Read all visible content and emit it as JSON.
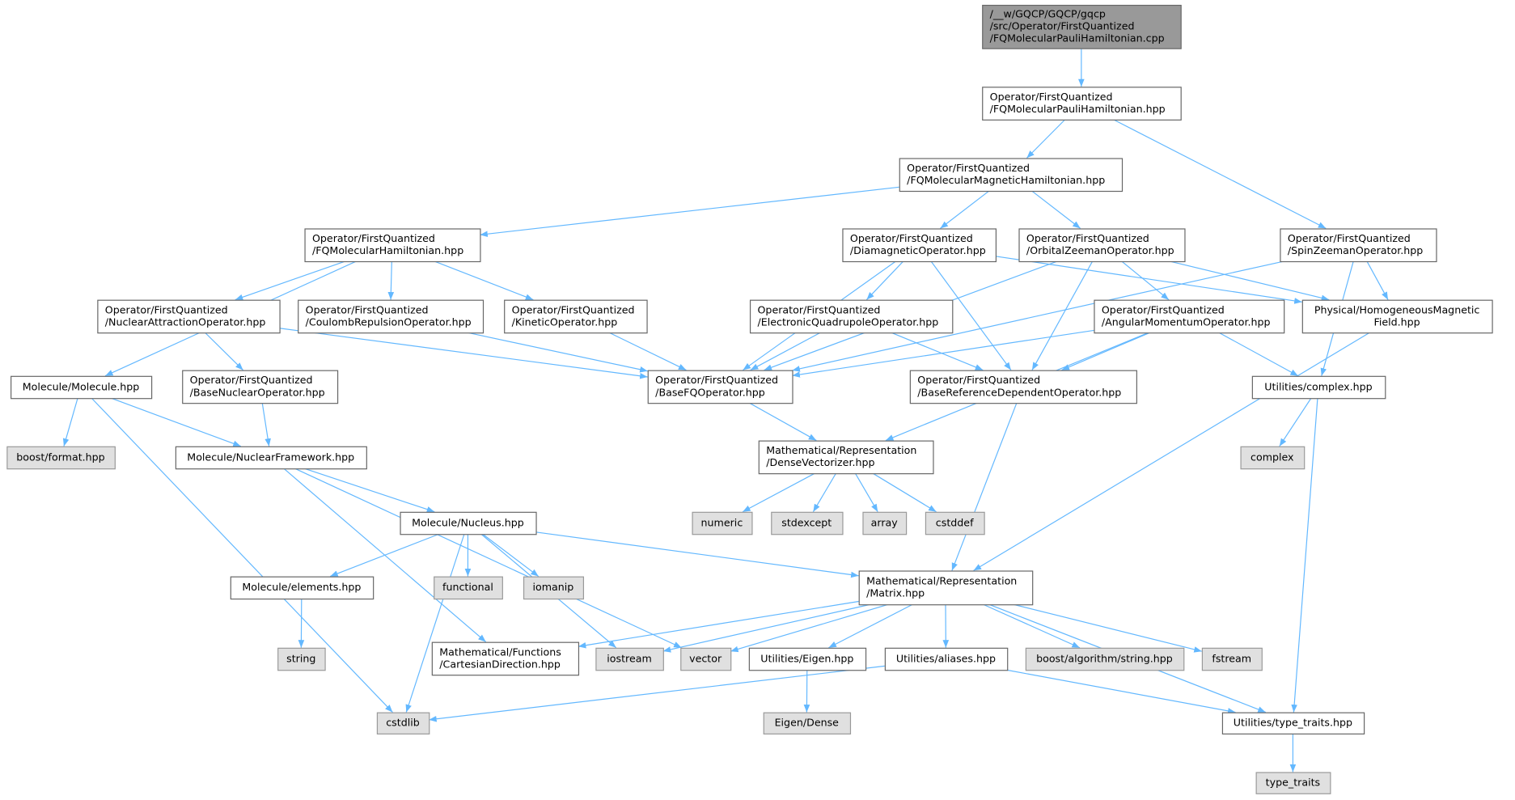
{
  "graph": {
    "type": "include-dependency-graph",
    "colors": {
      "edge": "#63b8ff",
      "root_fill": "#999999",
      "external_fill": "#e0e0e0",
      "node_border": "#666666"
    },
    "nodes": [
      {
        "lines": [
          "/__w/GQCP/GQCP/gqcp",
          "/src/Operator/FirstQuantized",
          "/FQMolecularPauliHamiltonian.cpp"
        ],
        "kind": "root"
      },
      {
        "lines": [
          "Operator/FirstQuantized",
          "/FQMolecularPauliHamiltonian.hpp"
        ],
        "kind": "local"
      },
      {
        "lines": [
          "Operator/FirstQuantized",
          "/FQMolecularMagneticHamiltonian.hpp"
        ],
        "kind": "local"
      },
      {
        "lines": [
          "Operator/FirstQuantized",
          "/FQMolecularHamiltonian.hpp"
        ],
        "kind": "local"
      },
      {
        "lines": [
          "Operator/FirstQuantized",
          "/DiamagneticOperator.hpp"
        ],
        "kind": "local"
      },
      {
        "lines": [
          "Operator/FirstQuantized",
          "/OrbitalZeemanOperator.hpp"
        ],
        "kind": "local"
      },
      {
        "lines": [
          "Operator/FirstQuantized",
          "/SpinZeemanOperator.hpp"
        ],
        "kind": "local"
      },
      {
        "lines": [
          "Operator/FirstQuantized",
          "/NuclearAttractionOperator.hpp"
        ],
        "kind": "local"
      },
      {
        "lines": [
          "Operator/FirstQuantized",
          "/CoulombRepulsionOperator.hpp"
        ],
        "kind": "local"
      },
      {
        "lines": [
          "Operator/FirstQuantized",
          "/KineticOperator.hpp"
        ],
        "kind": "local"
      },
      {
        "lines": [
          "Operator/FirstQuantized",
          "/ElectronicQuadrupoleOperator.hpp"
        ],
        "kind": "local"
      },
      {
        "lines": [
          "Operator/FirstQuantized",
          "/AngularMomentumOperator.hpp"
        ],
        "kind": "local"
      },
      {
        "lines": [
          "Physical/HomogeneousMagnetic",
          "Field.hpp"
        ],
        "kind": "local",
        "center": true
      },
      {
        "lines": [
          "Molecule/Molecule.hpp"
        ],
        "kind": "local"
      },
      {
        "lines": [
          "Operator/FirstQuantized",
          "/BaseNuclearOperator.hpp"
        ],
        "kind": "local"
      },
      {
        "lines": [
          "Operator/FirstQuantized",
          "/BaseFQOperator.hpp"
        ],
        "kind": "local"
      },
      {
        "lines": [
          "Operator/FirstQuantized",
          "/BaseReferenceDependentOperator.hpp"
        ],
        "kind": "local"
      },
      {
        "lines": [
          "Utilities/complex.hpp"
        ],
        "kind": "local"
      },
      {
        "lines": [
          "boost/format.hpp"
        ],
        "kind": "external"
      },
      {
        "lines": [
          "Molecule/NuclearFramework.hpp"
        ],
        "kind": "local"
      },
      {
        "lines": [
          "Mathematical/Representation",
          "/DenseVectorizer.hpp"
        ],
        "kind": "local"
      },
      {
        "lines": [
          "complex"
        ],
        "kind": "external"
      },
      {
        "lines": [
          "numeric"
        ],
        "kind": "external"
      },
      {
        "lines": [
          "stdexcept"
        ],
        "kind": "external"
      },
      {
        "lines": [
          "array"
        ],
        "kind": "external"
      },
      {
        "lines": [
          "cstddef"
        ],
        "kind": "external"
      },
      {
        "lines": [
          "Molecule/Nucleus.hpp"
        ],
        "kind": "local"
      },
      {
        "lines": [
          "Molecule/elements.hpp"
        ],
        "kind": "local"
      },
      {
        "lines": [
          "functional"
        ],
        "kind": "external"
      },
      {
        "lines": [
          "iomanip"
        ],
        "kind": "external"
      },
      {
        "lines": [
          "Mathematical/Representation",
          "/Matrix.hpp"
        ],
        "kind": "local"
      },
      {
        "lines": [
          "string"
        ],
        "kind": "external"
      },
      {
        "lines": [
          "Mathematical/Functions",
          "/CartesianDirection.hpp"
        ],
        "kind": "local"
      },
      {
        "lines": [
          "iostream"
        ],
        "kind": "external"
      },
      {
        "lines": [
          "vector"
        ],
        "kind": "external"
      },
      {
        "lines": [
          "Utilities/Eigen.hpp"
        ],
        "kind": "local"
      },
      {
        "lines": [
          "Utilities/aliases.hpp"
        ],
        "kind": "local"
      },
      {
        "lines": [
          "boost/algorithm/string.hpp"
        ],
        "kind": "external"
      },
      {
        "lines": [
          "fstream"
        ],
        "kind": "external"
      },
      {
        "lines": [
          "cstdlib"
        ],
        "kind": "external"
      },
      {
        "lines": [
          "Eigen/Dense"
        ],
        "kind": "external"
      },
      {
        "lines": [
          "Utilities/type_traits.hpp"
        ],
        "kind": "local"
      },
      {
        "lines": [
          "type_traits"
        ],
        "kind": "external"
      }
    ],
    "edges": [
      [
        0,
        1
      ],
      [
        1,
        2
      ],
      [
        1,
        6
      ],
      [
        2,
        3
      ],
      [
        2,
        4
      ],
      [
        2,
        5
      ],
      [
        3,
        13
      ],
      [
        3,
        7
      ],
      [
        3,
        8
      ],
      [
        3,
        9
      ],
      [
        4,
        15
      ],
      [
        4,
        10
      ],
      [
        4,
        16
      ],
      [
        4,
        12
      ],
      [
        5,
        15
      ],
      [
        5,
        11
      ],
      [
        5,
        16
      ],
      [
        5,
        12
      ],
      [
        6,
        15
      ],
      [
        6,
        12
      ],
      [
        6,
        17
      ],
      [
        7,
        14
      ],
      [
        7,
        15
      ],
      [
        8,
        15
      ],
      [
        9,
        15
      ],
      [
        10,
        15
      ],
      [
        10,
        16
      ],
      [
        11,
        15
      ],
      [
        11,
        16
      ],
      [
        11,
        17
      ],
      [
        11,
        20
      ],
      [
        12,
        30
      ],
      [
        13,
        18
      ],
      [
        13,
        19
      ],
      [
        13,
        39
      ],
      [
        14,
        19
      ],
      [
        15,
        20
      ],
      [
        16,
        30
      ],
      [
        17,
        21
      ],
      [
        17,
        41
      ],
      [
        19,
        26
      ],
      [
        19,
        32
      ],
      [
        19,
        34
      ],
      [
        20,
        22
      ],
      [
        20,
        23
      ],
      [
        20,
        24
      ],
      [
        20,
        25
      ],
      [
        26,
        27
      ],
      [
        26,
        28
      ],
      [
        26,
        29
      ],
      [
        26,
        33
      ],
      [
        26,
        39
      ],
      [
        26,
        30
      ],
      [
        27,
        31
      ],
      [
        30,
        32
      ],
      [
        30,
        33
      ],
      [
        30,
        34
      ],
      [
        30,
        35
      ],
      [
        30,
        36
      ],
      [
        30,
        37
      ],
      [
        30,
        38
      ],
      [
        30,
        41
      ],
      [
        35,
        40
      ],
      [
        36,
        39
      ],
      [
        36,
        41
      ],
      [
        41,
        42
      ]
    ]
  }
}
